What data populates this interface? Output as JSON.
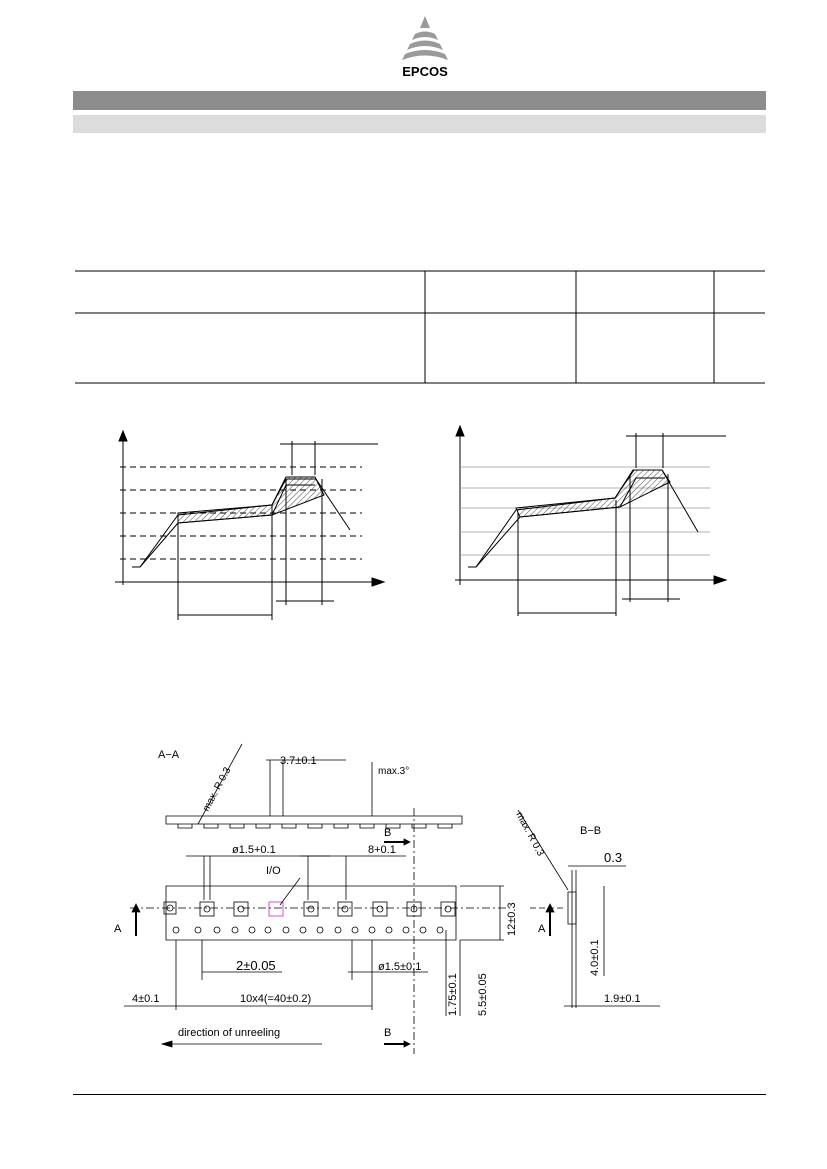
{
  "header": {
    "brand": "EPCOS"
  },
  "tape_drawing": {
    "section_aa": "A−A",
    "section_bb": "B−B",
    "max_radius_left": "max. R 0.3",
    "max_radius_right": "max. R 0.3",
    "pocket_width": "3.7±0.1",
    "max_angle": "max.3°",
    "hole_dia_top": "ø1.5+0.1",
    "pitch_top": "8+0.1",
    "orientation_mark": "I/O",
    "width_dim": "12±0.3",
    "thickness_dim": "0.3",
    "pocket_depth": "4.0±0.1",
    "hole_offset": "2±0.05",
    "hole_dia_bottom": "ø1.5±0.1",
    "edge_hole_pitch": "4±0.1",
    "cumulative_pitch": "10x4(=40±0.2)",
    "hole_edge_distance": "1.75±0.1",
    "pocket_center_distance": "5.5±0.05",
    "pocket_height": "1.9±0.1",
    "unreel_direction": "direction of unreeling",
    "label_a": "A",
    "label_b": "B"
  },
  "colors": {
    "band_dark": "#8c8c8c",
    "band_light": "#dcdcdc",
    "orientation_mark": "#e020c0"
  }
}
